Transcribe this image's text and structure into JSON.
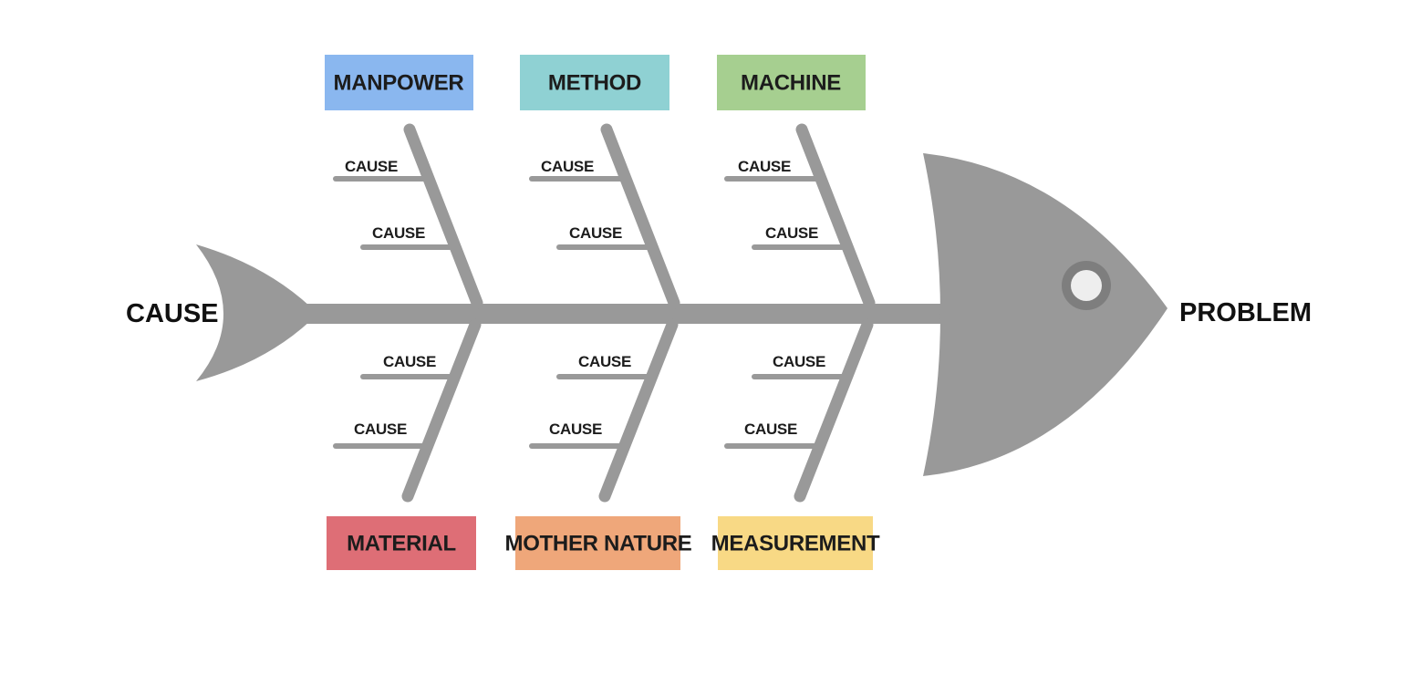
{
  "diagram": {
    "type": "fishbone",
    "tail_label": "CAUSE",
    "head_label": "PROBLEM",
    "categories": [
      {
        "label": "MANPOWER",
        "color": "#8ab7ef",
        "position": "top",
        "causes": [
          "CAUSE",
          "CAUSE"
        ]
      },
      {
        "label": "METHOD",
        "color": "#8fd1d3",
        "position": "top",
        "causes": [
          "CAUSE",
          "CAUSE"
        ]
      },
      {
        "label": "MACHINE",
        "color": "#a6cf90",
        "position": "top",
        "causes": [
          "CAUSE",
          "CAUSE"
        ]
      },
      {
        "label": "MATERIAL",
        "color": "#de6e76",
        "position": "bottom",
        "causes": [
          "CAUSE",
          "CAUSE"
        ]
      },
      {
        "label": "MOTHER NATURE",
        "color": "#efa77a",
        "position": "bottom",
        "causes": [
          "CAUSE",
          "CAUSE"
        ]
      },
      {
        "label": "MEASUREMENT",
        "color": "#f8d985",
        "position": "bottom",
        "causes": [
          "CAUSE",
          "CAUSE"
        ]
      }
    ],
    "colors": {
      "bone": "#999999",
      "eye_ring": "#7e7e7e",
      "eye_center": "#eeeeee"
    }
  }
}
